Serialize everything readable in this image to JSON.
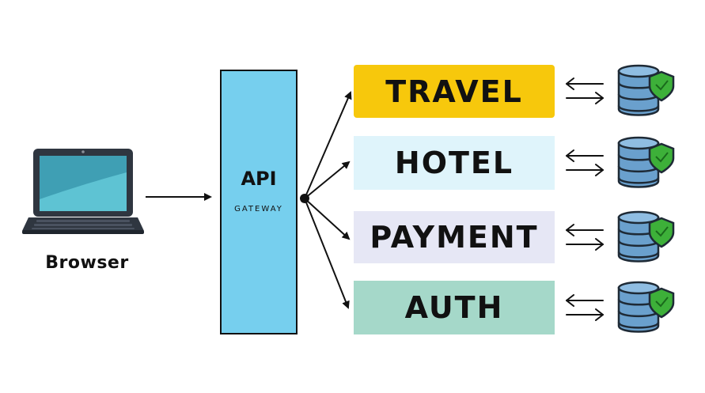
{
  "browser": {
    "label": "Browser"
  },
  "gateway": {
    "title": "API",
    "subtitle": "GATEWAY",
    "fill_color": "#76cfee"
  },
  "services": [
    {
      "label": "TRAVEL",
      "color": "#f7c80c"
    },
    {
      "label": "HOTEL",
      "color": "#dff4fb"
    },
    {
      "label": "PAYMENT",
      "color": "#e6e7f5"
    },
    {
      "label": "AUTH",
      "color": "#a5d8c9"
    }
  ],
  "colors": {
    "laptop_screen": "#5ec3d3",
    "laptop_frame": "#2f3640",
    "database_fill": "#6aa0cd",
    "shield": "#3db039"
  },
  "icons": {
    "client": "laptop-icon",
    "sync": "bidirectional-arrows-icon",
    "storage": "secure-database-icon"
  }
}
